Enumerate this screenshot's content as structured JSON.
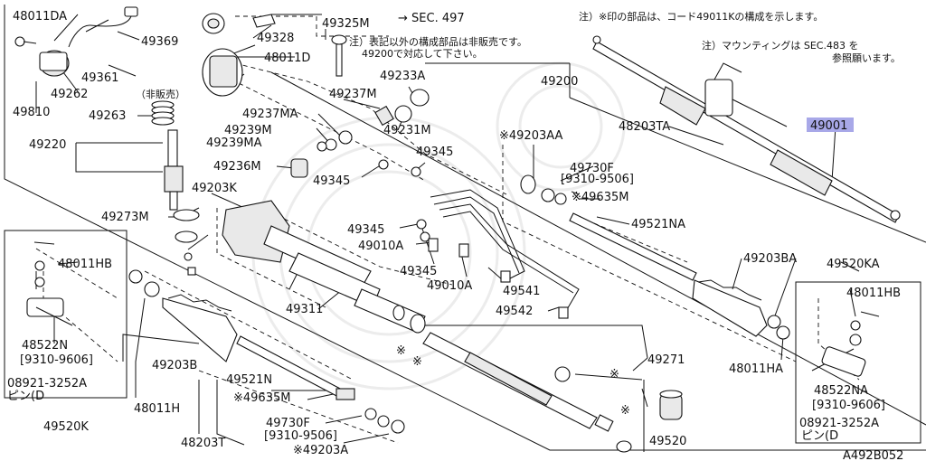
{
  "notes": {
    "sec497": "→ SEC. 497",
    "not_sold_1": "注）表記以外の構成部品は非販売です。",
    "not_sold_2": "49200で対応して下さい。",
    "asterisk_note": "注）※印の部品は、コード49011Kの構成を示します。",
    "mounting_1": "注）マウンティングは SEC.483 を",
    "mounting_2": "参照願います。",
    "hihanbai": "（非販売）",
    "figure_code": "A492B052"
  },
  "labels": {
    "p48011DA": "48011DA",
    "p49369": "49369",
    "p49328": "49328",
    "p49325M": "49325M",
    "p48011D": "48011D",
    "p49361": "49361",
    "p49262": "49262",
    "p49810": "49810",
    "p49263": "49263",
    "p49220": "49220",
    "p49233A": "49233A",
    "p49237M": "49237M",
    "p49237MA": "49237MA",
    "p49231M": "49231M",
    "p49239M": "49239M",
    "p49239MA": "49239MA",
    "p49345a": "49345",
    "p49236M": "49236M",
    "p49345b": "49345",
    "p49203K": "49203K",
    "p49273M": "49273M",
    "p49345c": "49345",
    "p49010Aa": "49010A",
    "p49345d": "49345",
    "p49010Ab": "49010A",
    "p49541": "49541",
    "p49311": "49311",
    "p49542": "49542",
    "p49200": "49200",
    "p49203AA": "※49203AA",
    "p48203TA": "48203TA",
    "p49001": "49001",
    "p49730Fa": "49730F",
    "p9310a": "[9310-9506]",
    "p49635Ma": "※49635M",
    "p49521NA": "49521NA",
    "p49203BA": "49203BA",
    "p49520KA": "49520KA",
    "p48011HBa": "48011HB",
    "p48011HBb": "48011HB",
    "p48011HA": "48011HA",
    "p48522NA": "48522NA",
    "p9310b": "[9310-9606]",
    "p08921a": "08921-3252A",
    "pPinD_a": "ピン(D",
    "p48522N": "48522N",
    "p9310c": "[9310-9606]",
    "p08921b": "08921-3252A",
    "pPinD_b": "ピン(D",
    "p49520K": "49520K",
    "p49203B": "49203B",
    "p48011H": "48011H",
    "p49521N": "49521N",
    "p49635Mb": "※49635M",
    "p49730Fb": "49730F",
    "p9310d": "[9310-9506]",
    "p49203A": "※49203A",
    "p48203T": "48203T",
    "p49271": "49271",
    "p49520": "49520",
    "ast1": "※",
    "ast2": "※",
    "ast3": "※",
    "ast4": "※"
  },
  "colors": {
    "highlight": "#a8a8e8",
    "line": "#111111"
  }
}
